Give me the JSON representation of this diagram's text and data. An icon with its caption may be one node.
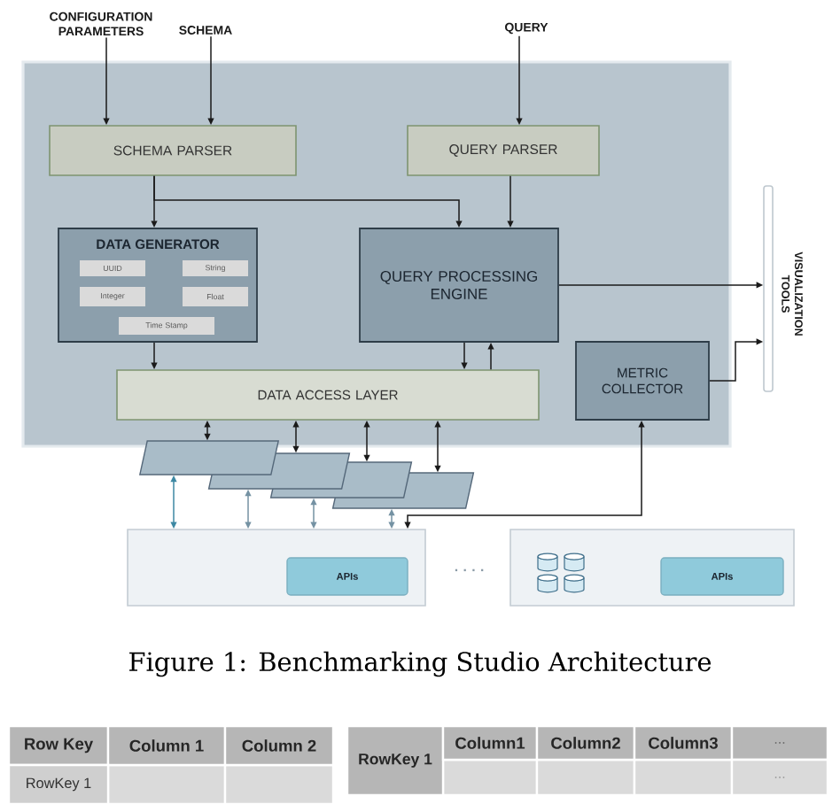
{
  "diagram": {
    "caption": "Figure 1: Benchmarking Studio Architecture",
    "nodes": [
      {
        "text": [
          "CONFIGURATION PARAMETERS"
        ]
      },
      {
        "text": [
          "SCHEMA"
        ]
      },
      {
        "text": [
          "QUERY"
        ]
      },
      {
        "text": [],
        "shape": "box"
      },
      {
        "text": [
          "SCHEMA PARSER"
        ],
        "in": 3
      },
      {
        "text": [
          "QUERY PARSER"
        ],
        "in": 3
      },
      {
        "text": [
          "DATA GENERATOR"
        ],
        "in": 3
      },
      {
        "text": [
          "UUID"
        ],
        "in": 6
      },
      {
        "text": [
          "String"
        ],
        "in": 6
      },
      {
        "text": [
          "Integer"
        ],
        "in": 6
      },
      {
        "text": [
          "Float"
        ],
        "in": 6
      },
      {
        "text": [
          "Time Stamp"
        ],
        "in": 6
      },
      {
        "text": [
          "QUERY PROCESSING ENGINE"
        ],
        "in": 3
      },
      {
        "text": [
          "VISUALIZATION TOOLS"
        ]
      },
      {
        "text": [
          "DATA ACCESS LAYER"
        ],
        "in": 3
      },
      {
        "text": [
          "METRIC COLLECTOR"
        ],
        "in": 3
      },
      {
        "text": [],
        "shape": "parallelogram"
      },
      {
        "text": [],
        "shape": "parallelogram"
      },
      {
        "text": [],
        "shape": "parallelogram"
      },
      {
        "text": [],
        "shape": "parallelogram"
      },
      {
        "text": [],
        "shape": "box"
      },
      {
        "text": [
          "APIs"
        ],
        "in": 20
      },
      {
        "text": [],
        "shape": "box"
      },
      {
        "text": [
          "APIs"
        ],
        "in": 22
      }
    ],
    "edges": [
      {
        "from": 0,
        "to": 4,
        "arrow": "to"
      },
      {
        "from": 1,
        "to": 4,
        "arrow": "to"
      },
      {
        "from": 2,
        "to": 5,
        "arrow": "to"
      },
      {
        "from": 4,
        "to": 6,
        "arrow": "to"
      },
      {
        "from": 4,
        "to": 12,
        "arrow": "to"
      },
      {
        "from": 5,
        "to": 12,
        "arrow": "to"
      },
      {
        "from": 6,
        "to": 14,
        "arrow": "to"
      },
      {
        "from": 12,
        "to": 14,
        "arrow": "to"
      },
      {
        "from": 14,
        "to": 12,
        "arrow": "to"
      },
      {
        "from": 12,
        "to": 13,
        "arrow": "to"
      },
      {
        "from": 15,
        "to": 13,
        "arrow": "to"
      },
      {
        "from": 14,
        "to": 16,
        "arrow": "both"
      },
      {
        "from": 14,
        "to": 17,
        "arrow": "both"
      },
      {
        "from": 14,
        "to": 18,
        "arrow": "both"
      },
      {
        "from": 14,
        "to": 19,
        "arrow": "both"
      },
      {
        "from": 16,
        "to": 20,
        "arrow": "both",
        "color": "#3d88a3"
      },
      {
        "from": 17,
        "to": 20,
        "arrow": "both",
        "color": "#7592a3"
      },
      {
        "from": 18,
        "to": 20,
        "arrow": "both",
        "color": "#7592a3"
      },
      {
        "from": 19,
        "to": 20,
        "arrow": "both",
        "color": "#7592a3"
      },
      {
        "from": 15,
        "to": 20,
        "arrow": "both"
      }
    ],
    "labels": [
      "· · · ·",
      "Row Key",
      "Column 1",
      "Column 2",
      "RowKey 1",
      "RowKey 1",
      "Column1",
      "Column2",
      "Column3",
      "...",
      "..."
    ]
  }
}
